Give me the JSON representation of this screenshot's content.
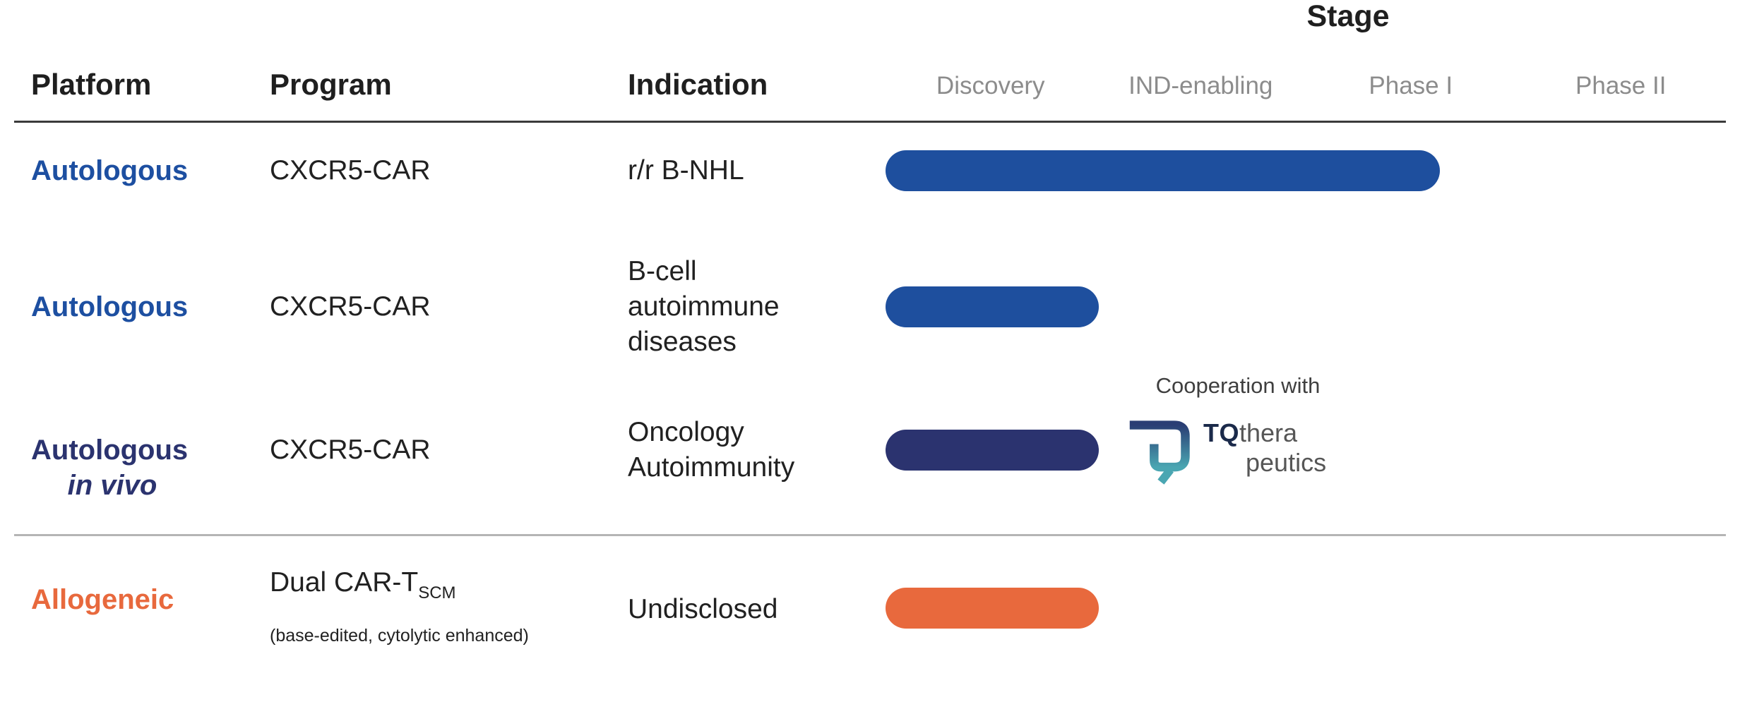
{
  "header": {
    "stage_title": "Stage",
    "columns": {
      "platform": "Platform",
      "program": "Program",
      "indication": "Indication"
    }
  },
  "colors": {
    "autologous": "#1d4fa1",
    "autologous_in_vivo": "#2b336f",
    "allogeneic": "#e8693d",
    "stage_header": "#8c8c8c",
    "heading_text": "#1f1f1f",
    "body_text": "#212121",
    "cooperation_text": "#3f3f3f"
  },
  "rows": [
    {
      "platform": "Autologous",
      "program": "CXCR5-CAR",
      "indication": "r/r B-NHL"
    },
    {
      "platform": "Autologous",
      "program": "CXCR5-CAR",
      "indication_lines": [
        "B-cell",
        "autoimmune",
        "diseases"
      ]
    },
    {
      "platform_line1": "Autologous",
      "platform_line2": "in vivo",
      "program": "CXCR5-CAR",
      "indication_lines": [
        "Oncology",
        "Autoimmunity"
      ],
      "cooperation": "Cooperation with",
      "logo": {
        "tq": "TQ",
        "thera": "thera",
        "peutics": "peutics"
      }
    },
    {
      "platform": "Allogeneic",
      "program_main": "Dual CAR-T",
      "program_sub": "SCM",
      "program_note": "(base-edited, cytolytic enhanced)",
      "indication": "Undisclosed"
    }
  ],
  "chart_data": {
    "type": "bar",
    "title": "Stage",
    "categories": [
      "Discovery",
      "IND-enabling",
      "Phase I",
      "Phase II"
    ],
    "axis_note": "horizontal pipeline bars, stage units 0=start of Discovery, 1 unit per stage",
    "bars": [
      {
        "platform": "Autologous",
        "program": "CXCR5-CAR",
        "indication": "r/r B-NHL",
        "start": 0,
        "end": 2.6,
        "stage_reached": "Phase I",
        "color": "#1e4f9e"
      },
      {
        "platform": "Autologous",
        "program": "CXCR5-CAR",
        "indication": "B-cell autoimmune diseases",
        "start": 0,
        "end": 1.0,
        "stage_reached": "Discovery",
        "color": "#1e4f9e"
      },
      {
        "platform": "Autologous in vivo",
        "program": "CXCR5-CAR",
        "indication": "Oncology Autoimmunity",
        "start": 0,
        "end": 1.0,
        "stage_reached": "Discovery",
        "color": "#2b336f"
      },
      {
        "platform": "Allogeneic",
        "program": "Dual CAR-T SCM (base-edited, cytolytic enhanced)",
        "indication": "Undisclosed",
        "start": 0,
        "end": 1.0,
        "stage_reached": "Discovery",
        "color": "#e8693d"
      }
    ]
  }
}
